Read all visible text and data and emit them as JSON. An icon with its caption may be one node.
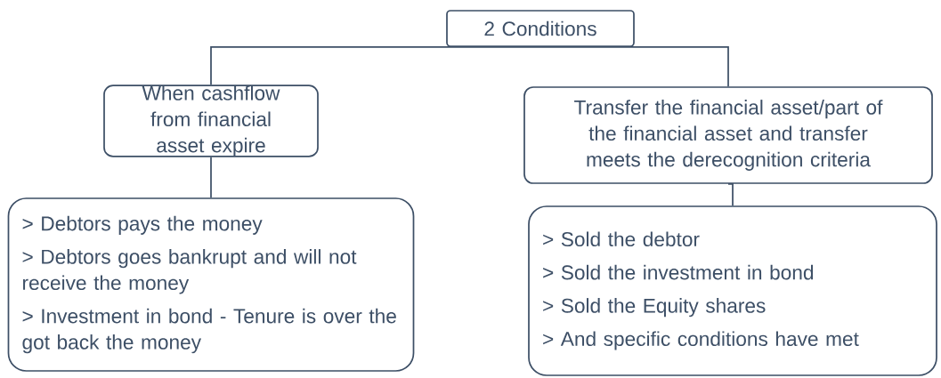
{
  "diagram": {
    "nodes": [
      {
        "text": [
          "2 Conditions"
        ]
      },
      {
        "text": [
          "When cashflow from financial asset expire"
        ]
      },
      {
        "text": [
          "Transfer the financial asset/part of the financial asset and transfer meets the derecognition criteria"
        ]
      },
      {
        "text": [
          "> Debtors pays the money",
          "> Debtors goes bankrupt and will not receive the money",
          "> Investment in bond - Tenure is over the got back the money"
        ]
      },
      {
        "text": [
          "> Sold the debtor",
          "> Sold the investment in bond",
          "> Sold the Equity shares",
          "> And specific conditions have met"
        ]
      }
    ],
    "edges": [
      {
        "from": 0,
        "to": 1,
        "arrow": "none"
      },
      {
        "from": 0,
        "to": 2,
        "arrow": "none"
      },
      {
        "from": 1,
        "to": 3,
        "arrow": "none"
      },
      {
        "from": 2,
        "to": 4,
        "arrow": "none"
      }
    ]
  }
}
